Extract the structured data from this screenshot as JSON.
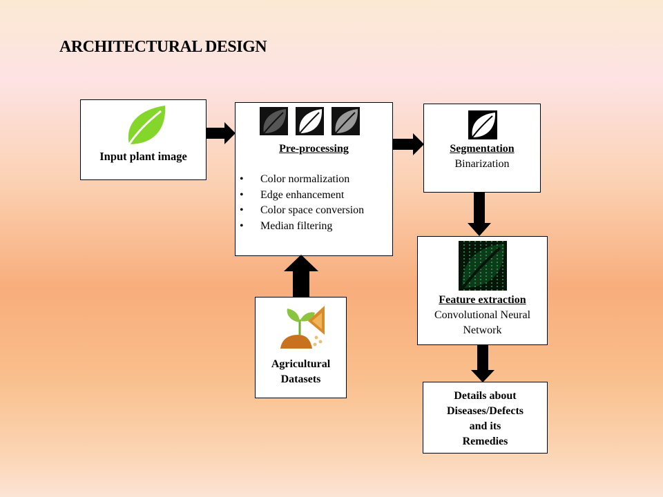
{
  "title": "ARCHITECTURAL DESIGN",
  "input": {
    "label": "Input plant  image"
  },
  "preprocessing": {
    "heading": "Pre-processing",
    "items": [
      "Color normalization",
      "Edge enhancement",
      "Color space conversion",
      "Median filtering"
    ]
  },
  "segmentation": {
    "heading": "Segmentation",
    "subtitle": "Binarization"
  },
  "feature": {
    "heading": "Feature extraction",
    "line1": "Convolutional Neural",
    "line2": "Network"
  },
  "datasets": {
    "line1": "Agricultural",
    "line2": "Datasets"
  },
  "details": {
    "line1": "Details about",
    "line2": "Diseases/Defects",
    "line3": "and its",
    "line4": "Remedies"
  },
  "colors": {
    "leaf_green": "#84d62a",
    "arrow": "#000000",
    "cnn_green": "#1f9a3a"
  }
}
